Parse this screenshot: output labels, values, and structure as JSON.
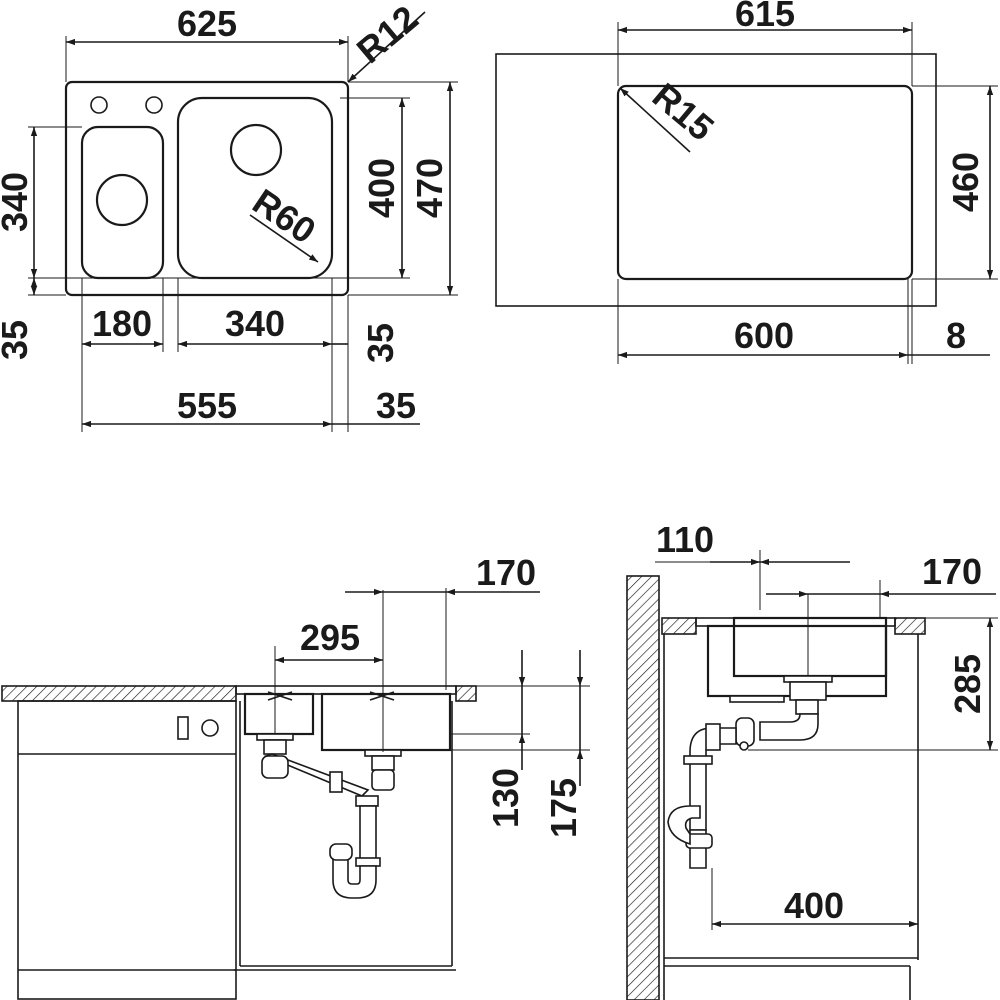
{
  "views": {
    "top_double_bowl": {
      "overall_width": "625",
      "corner_outer": "R12",
      "overall_depth": "470",
      "bowl_depth": "400",
      "small_bowl_depth": "340",
      "bowl_corner": "R60",
      "left_margin": "35",
      "small_bowl_width": "180",
      "large_bowl_width": "340",
      "right_margin": "35",
      "base_width": "555",
      "base_right_offset": "35"
    },
    "top_cutout": {
      "cutout_width": "615",
      "cutout_corner": "R15",
      "cutout_depth": "460",
      "cabinet_width": "600",
      "overhang": "8"
    },
    "front_section": {
      "drain_spacing": "295",
      "drain_offset": "170",
      "small_bowl_height": "130",
      "large_bowl_height": "175"
    },
    "side_section": {
      "drain_from_back": "110",
      "drain_offset": "170",
      "height": "285",
      "trap_distance": "400"
    }
  },
  "colors": {
    "line": "#1a1a1a",
    "background": "#ffffff"
  }
}
